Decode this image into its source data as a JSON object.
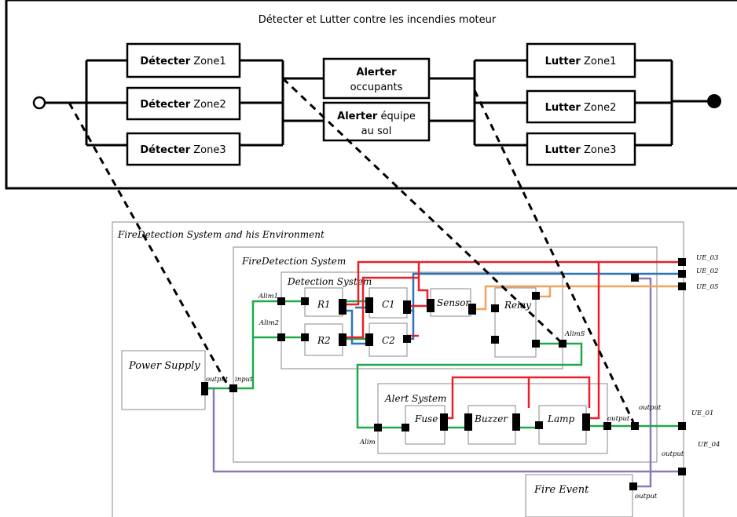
{
  "top": {
    "title": "Détecter et Lutter contre les incendies moteur",
    "blocks": [
      {
        "bold": "Détecter",
        "rest": " Zone1"
      },
      {
        "bold": "Détecter",
        "rest": " Zone2"
      },
      {
        "bold": "Détecter",
        "rest": " Zone3"
      },
      {
        "bold": "Alerter",
        "line2": "occupants"
      },
      {
        "bold": "Alerter",
        "rest": " équipe",
        "line2": "au sol"
      },
      {
        "bold": "Lutter",
        "rest": " Zone1"
      },
      {
        "bold": "Lutter",
        "rest": " Zone2"
      },
      {
        "bold": "Lutter",
        "rest": " Zone3"
      }
    ]
  },
  "bottom": {
    "env_title": "FireDetection System and his Environment",
    "fds_title": "FireDetection System",
    "det_title": "Detection System",
    "alert_title": "Alert System",
    "power": "Power Supply",
    "fire_event": "Fire Event",
    "r1": "R1",
    "r2": "R2",
    "c1": "C1",
    "c2": "C2",
    "sensor": "Sensor",
    "relay": "Relay",
    "fuse": "Fuse",
    "buzzer": "Buzzer",
    "lamp": "Lamp",
    "ports": {
      "output": "output",
      "input": "input",
      "alim1": "Alim1",
      "alim2": "Alim2",
      "alims": "AlimS",
      "alim": "Alim",
      "ue03": "UE_03",
      "ue02": "UE_02",
      "ue05": "UE_05",
      "ue01": "UE_01",
      "ue04": "UE_04"
    }
  },
  "colors": {
    "red": "#e8202a",
    "blue": "#2e73b8",
    "orange": "#f0a35e",
    "green": "#1faa4a",
    "purple": "#8e78b8",
    "black": "#000000"
  }
}
